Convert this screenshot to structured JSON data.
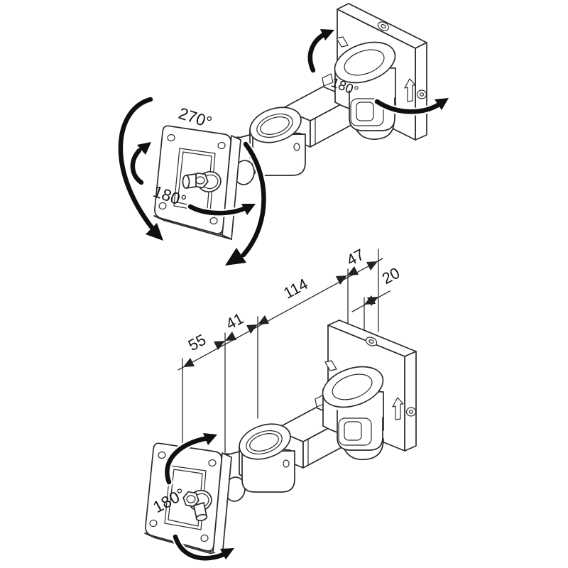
{
  "diagram": {
    "background": "#ffffff",
    "line_color": "#2b2b2b",
    "arrow_color": "#101010",
    "labels": {
      "top_swivel": "270°",
      "top_plate_tilt": "180°",
      "top_wall_swivel": "180°",
      "bottom_plate_tilt": "180°"
    },
    "dims": [
      "55",
      "41",
      "114",
      "47",
      "20"
    ]
  }
}
